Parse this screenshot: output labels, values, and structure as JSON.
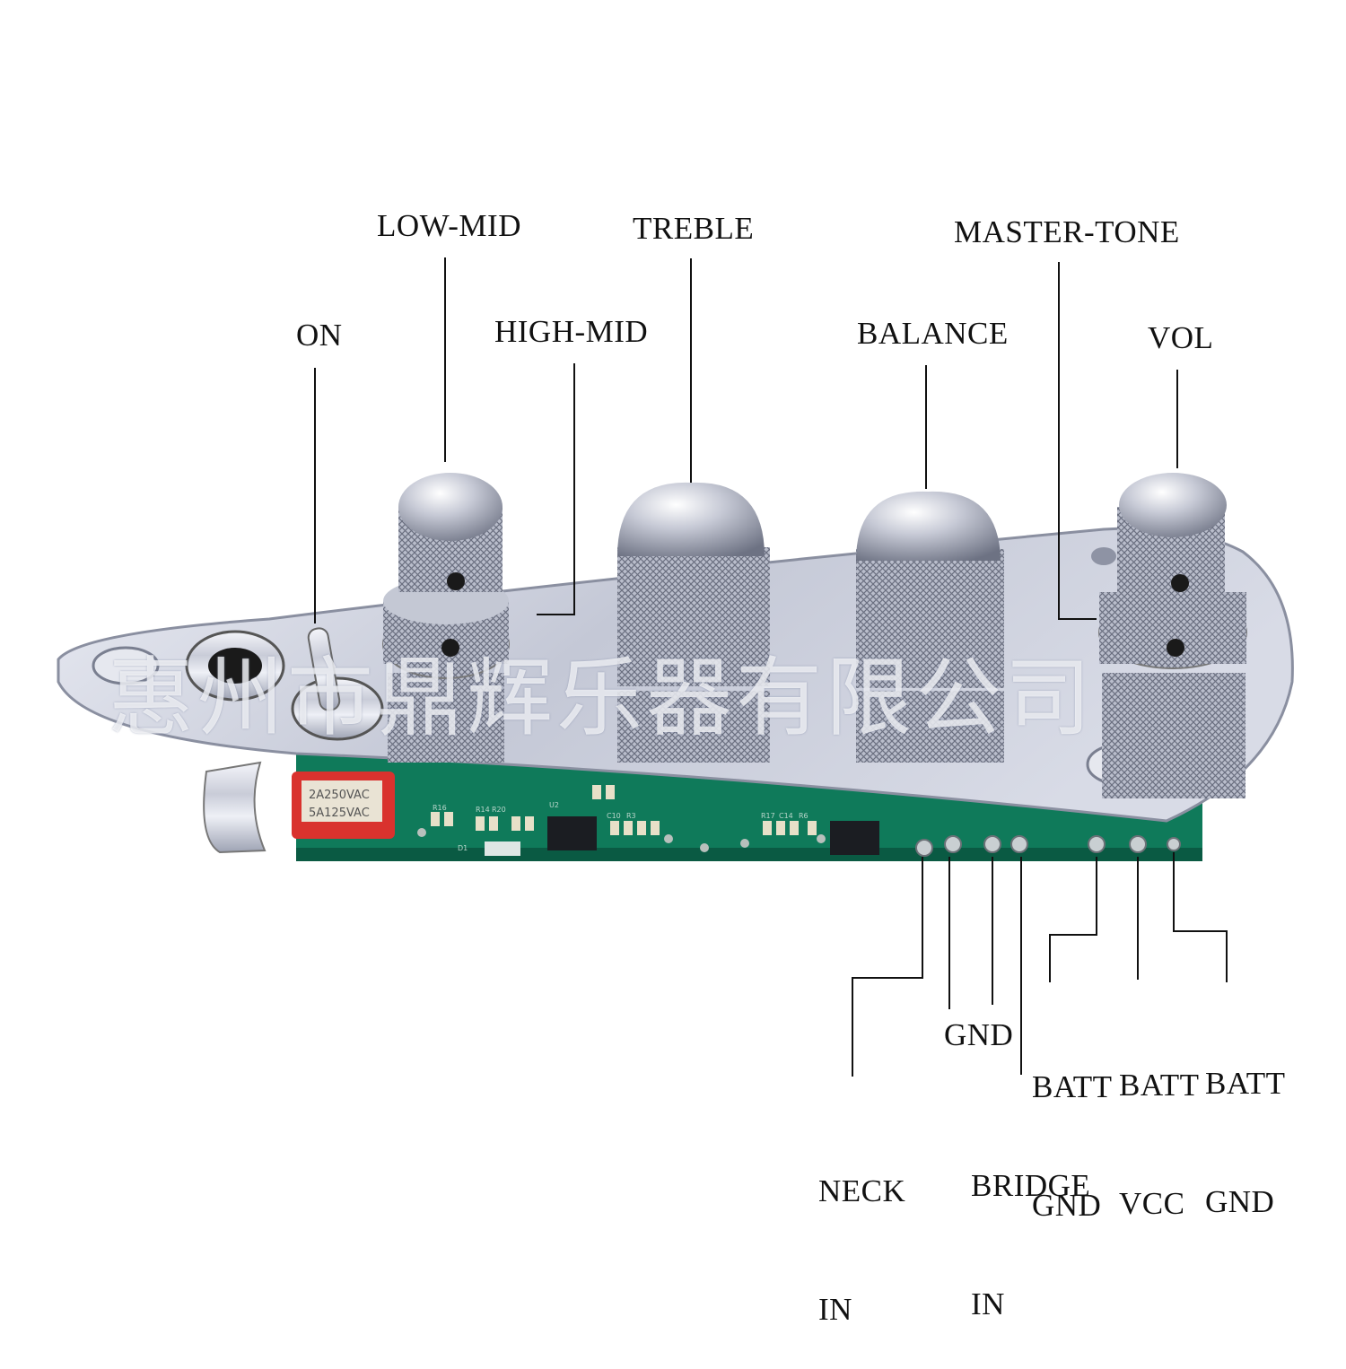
{
  "labels": {
    "on": "ON",
    "low_mid": "LOW-MID",
    "high_mid": "HIGH-MID",
    "treble": "TREBLE",
    "balance": "BALANCE",
    "master_tone": "MASTER-TONE",
    "vol": "VOL",
    "neck_in": [
      "NECK",
      "IN"
    ],
    "gnd": "GND",
    "bridge_in": [
      "BRIDGE",
      "IN"
    ],
    "batt_gnd_1": [
      "BATT",
      "GND"
    ],
    "batt_vcc": [
      "BATT",
      "VCC"
    ],
    "batt_gnd_2": [
      "BATT",
      "GND"
    ]
  },
  "switch_rating": [
    "2A250VAC",
    "5A125VAC"
  ],
  "pcb_marks": [
    "R16",
    "R14",
    "R20",
    "U2",
    "D1",
    "C10",
    "R3",
    "R17",
    "C14",
    "R6"
  ],
  "watermark": "惠州市鼎辉乐器有限公司",
  "colors": {
    "pcb": "#0f7a5a",
    "chrome": "#d9dbe4",
    "switch_red": "#d9322e"
  }
}
